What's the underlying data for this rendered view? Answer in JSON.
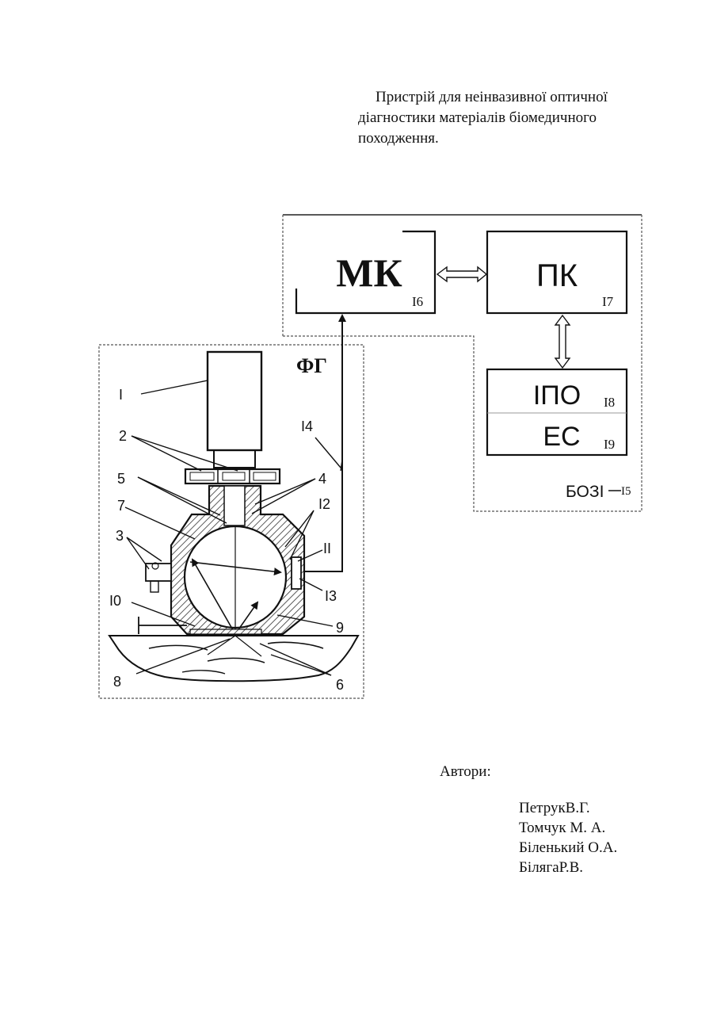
{
  "document": {
    "title_lines": [
      "Пристрій для неінвазивної оптичної",
      "діагностики   матеріалів біомедичного",
      "походження."
    ],
    "authors_label": "Автори:",
    "authors": [
      "ПетрукВ.Г.",
      "Томчук М. А.",
      "Біленький О.А.",
      "БілягаР.В."
    ]
  },
  "diagram": {
    "blocks": {
      "mk": {
        "label": "МК",
        "number": "I6"
      },
      "pk": {
        "label": "ПК",
        "number": "I7"
      },
      "ipo": {
        "label": "ІПО",
        "number": "I8"
      },
      "es": {
        "label": "ЕС",
        "number": "I9"
      }
    },
    "groups": {
      "fg": "ФГ",
      "bozi": "БОЗІ",
      "bozi_number": "I5"
    },
    "callouts": {
      "c1": "I",
      "c2": "2",
      "c3": "3",
      "c4": "4",
      "c5": "5",
      "c6": "6",
      "c7": "7",
      "c8": "8",
      "c9": "9",
      "c10": "I0",
      "c11": "II",
      "c12": "I2",
      "c13": "I3",
      "c14": "I4"
    }
  }
}
